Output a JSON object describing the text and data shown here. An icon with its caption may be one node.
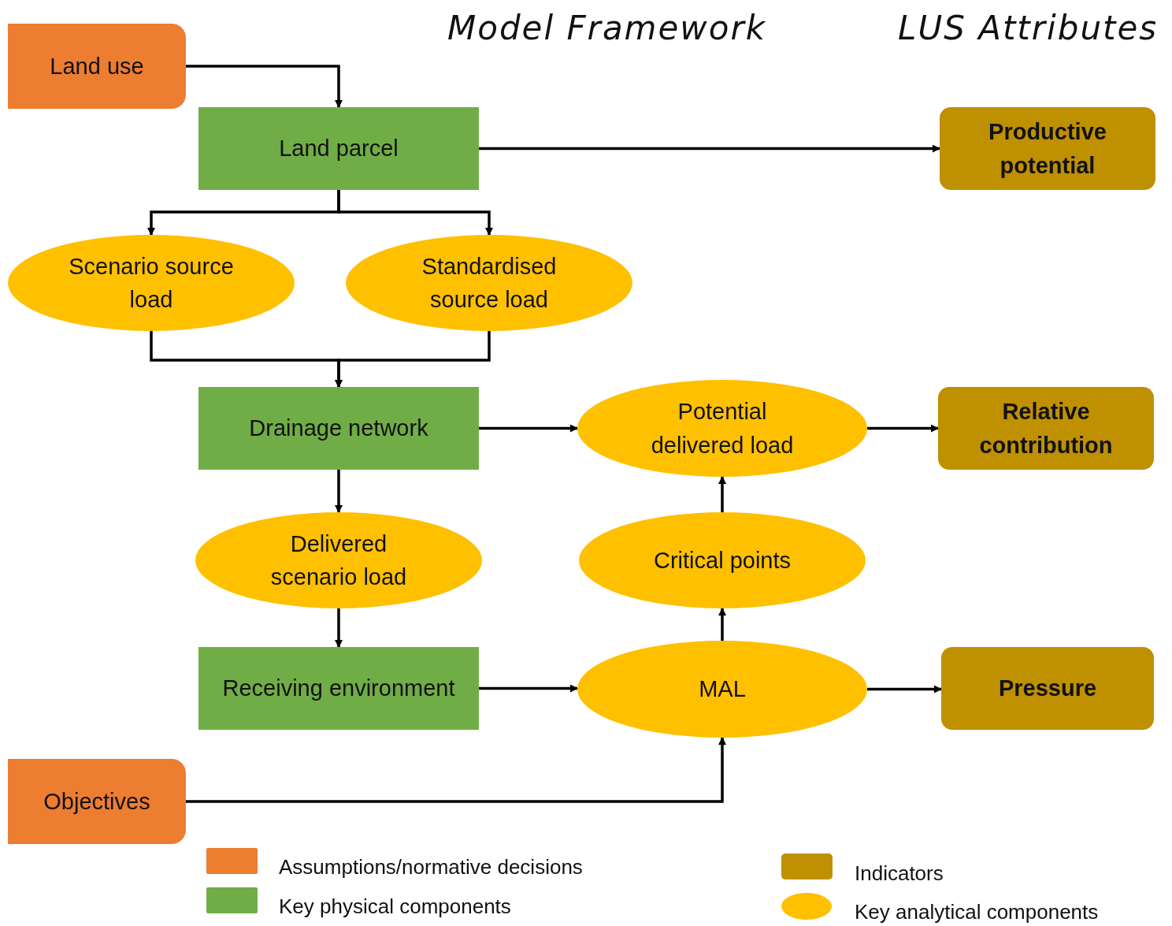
{
  "diagram": {
    "nodes": [
      {
        "text": [
          "Land use"
        ]
      },
      {
        "text": [
          "Land parcel"
        ]
      },
      {
        "text": [
          "Productive potential"
        ]
      },
      {
        "text": [
          "Scenario source load"
        ]
      },
      {
        "text": [
          "Standardised source load"
        ]
      },
      {
        "text": [
          "Drainage network"
        ]
      },
      {
        "text": [
          "Potential delivered load"
        ]
      },
      {
        "text": [
          "Relative contribution"
        ]
      },
      {
        "text": [
          "Delivered scenario load"
        ]
      },
      {
        "text": [
          "Critical points"
        ]
      },
      {
        "text": [
          "Receiving environment"
        ]
      },
      {
        "text": [
          "MAL"
        ]
      },
      {
        "text": [
          "Pressure"
        ]
      },
      {
        "text": [
          "Objectives"
        ]
      }
    ],
    "edges": [
      {
        "from": 0,
        "to": 1,
        "arrow": "to"
      },
      {
        "from": 1,
        "to": 2,
        "arrow": "to"
      },
      {
        "from": 1,
        "to": 3,
        "arrow": "to"
      },
      {
        "from": 1,
        "to": 4,
        "arrow": "to"
      },
      {
        "from": 3,
        "to": 5,
        "arrow": "to"
      },
      {
        "from": 4,
        "to": 5,
        "arrow": "to"
      },
      {
        "from": 5,
        "to": 6,
        "arrow": "to"
      },
      {
        "from": 6,
        "to": 7,
        "arrow": "to"
      },
      {
        "from": 5,
        "to": 8,
        "arrow": "to"
      },
      {
        "from": 9,
        "to": 6,
        "arrow": "to"
      },
      {
        "from": 8,
        "to": 10,
        "arrow": "to"
      },
      {
        "from": 10,
        "to": 11,
        "arrow": "to"
      },
      {
        "from": 11,
        "to": 9,
        "arrow": "to"
      },
      {
        "from": 11,
        "to": 12,
        "arrow": "to"
      },
      {
        "from": 13,
        "to": 11,
        "arrow": "to"
      }
    ],
    "labels": [
      "Model Framework",
      "LUS Attributes"
    ],
    "legend": [
      {
        "text": "Assumptions/normative decisions",
        "color": "#ed7d31"
      },
      {
        "text": "Key physical components",
        "color": "#70ad47"
      },
      {
        "text": "Indicators",
        "color": "#bf9000"
      },
      {
        "text": "Key analytical components",
        "color": "#ffc000"
      }
    ]
  }
}
